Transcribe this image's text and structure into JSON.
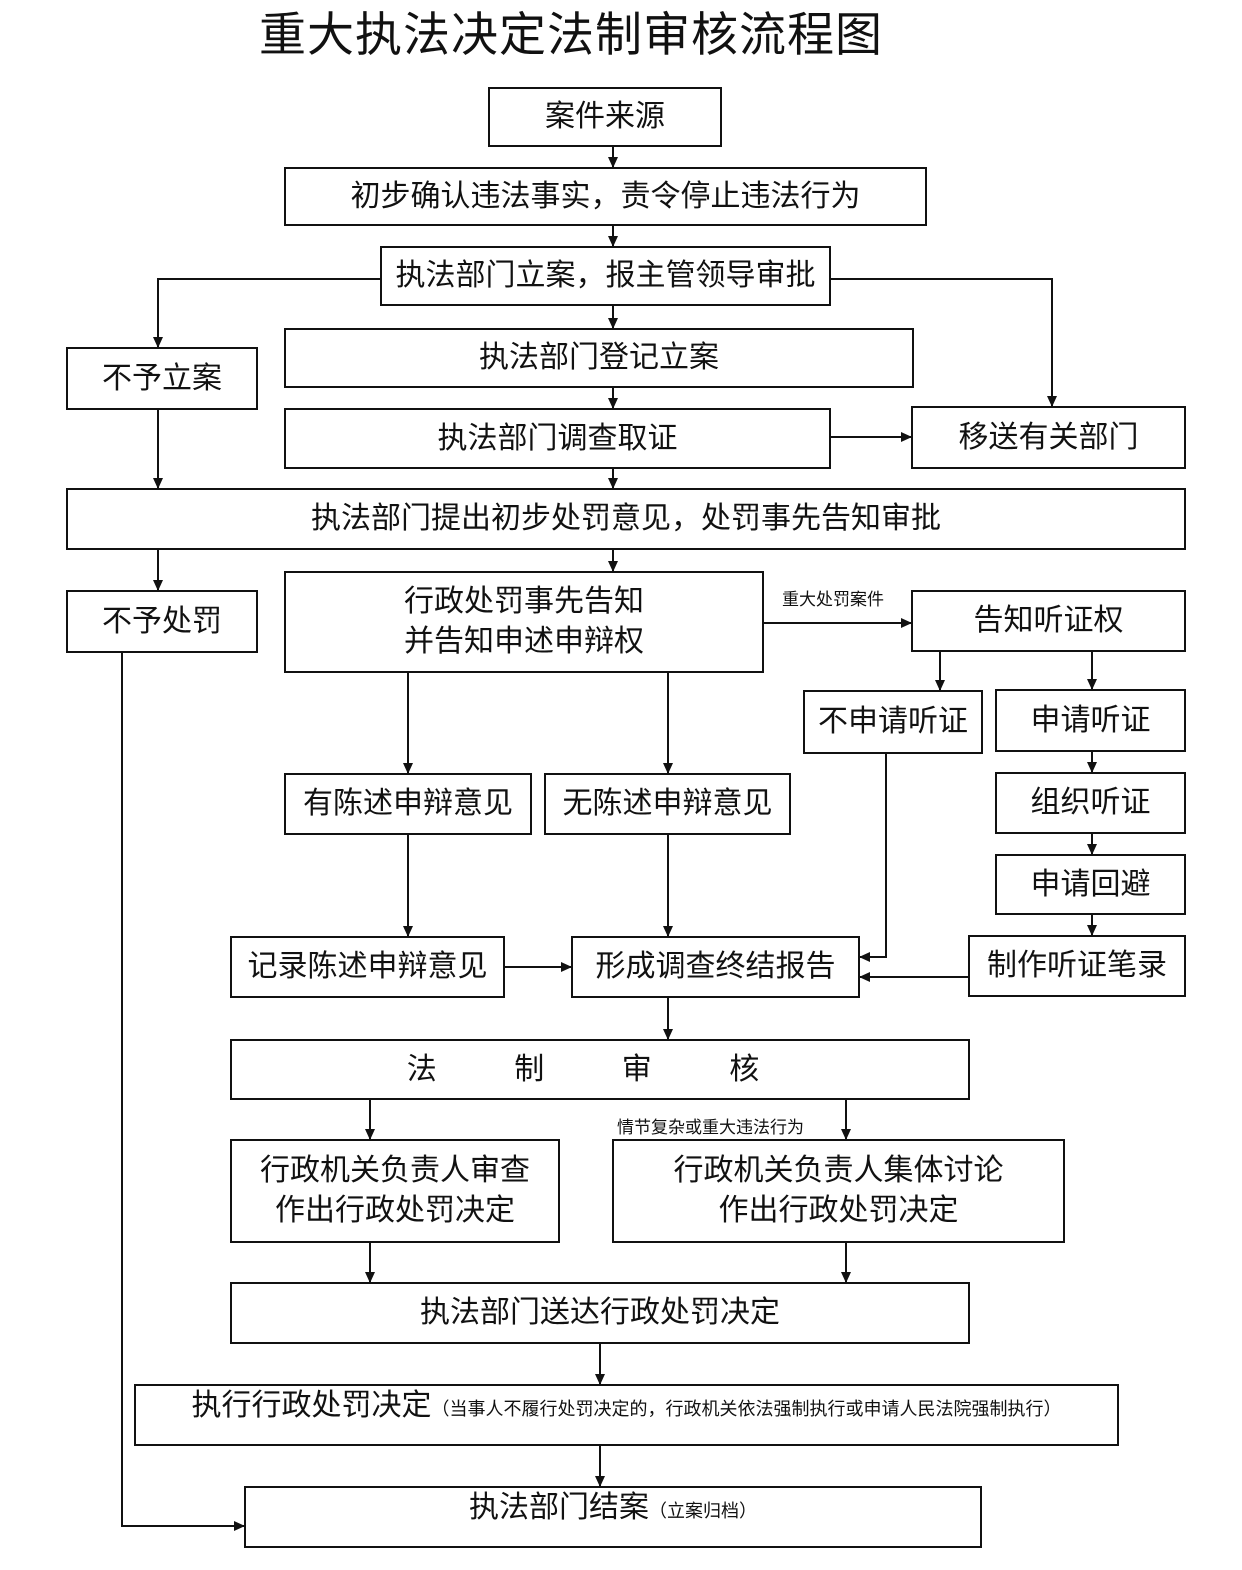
{
  "title": "重大执法决定法制审核流程图",
  "nodes": {
    "case_source": "案件来源",
    "confirm_facts": "初步确认违法事实，责令停止违法行为",
    "file_case": "执法部门立案，报主管领导审批",
    "no_case": "不予立案",
    "register_case": "执法部门登记立案",
    "investigate": "执法部门调查取证",
    "transfer": "移送有关部门",
    "preliminary_opinion": "执法部门提出初步处罚意见，处罚事先告知审批",
    "no_penalty": "不予处罚",
    "notify_line1": "行政处罚事先告知",
    "notify_line2": "并告知申述申辩权",
    "hearing_right": "告知听证权",
    "no_hearing": "不申请听证",
    "apply_hearing": "申请听证",
    "organize_hearing": "组织听证",
    "apply_recusal": "申请回避",
    "has_defense": "有陈述申辩意见",
    "no_defense": "无陈述申辩意见",
    "record_defense": "记录陈述申辩意见",
    "final_report": "形成调查终结报告",
    "hearing_record": "制作听证笔录",
    "legal_review": "法 制 审 核",
    "head_review_line1": "行政机关负责人审查",
    "head_review_line2": "作出行政处罚决定",
    "collective_line1": "行政机关负责人集体讨论",
    "collective_line2": "作出行政处罚决定",
    "deliver": "执法部门送达行政处罚决定",
    "execute_main": "执行行政处罚决定",
    "execute_note": "（当事人不履行处罚决定的，行政机关依法强制执行或申请人民法院强制执行）",
    "close_main": "执法部门结案",
    "close_note": "（立案归档）"
  },
  "edge_labels": {
    "major_case": "重大处罚案件",
    "complex_case": "情节复杂或重大违法行为"
  }
}
